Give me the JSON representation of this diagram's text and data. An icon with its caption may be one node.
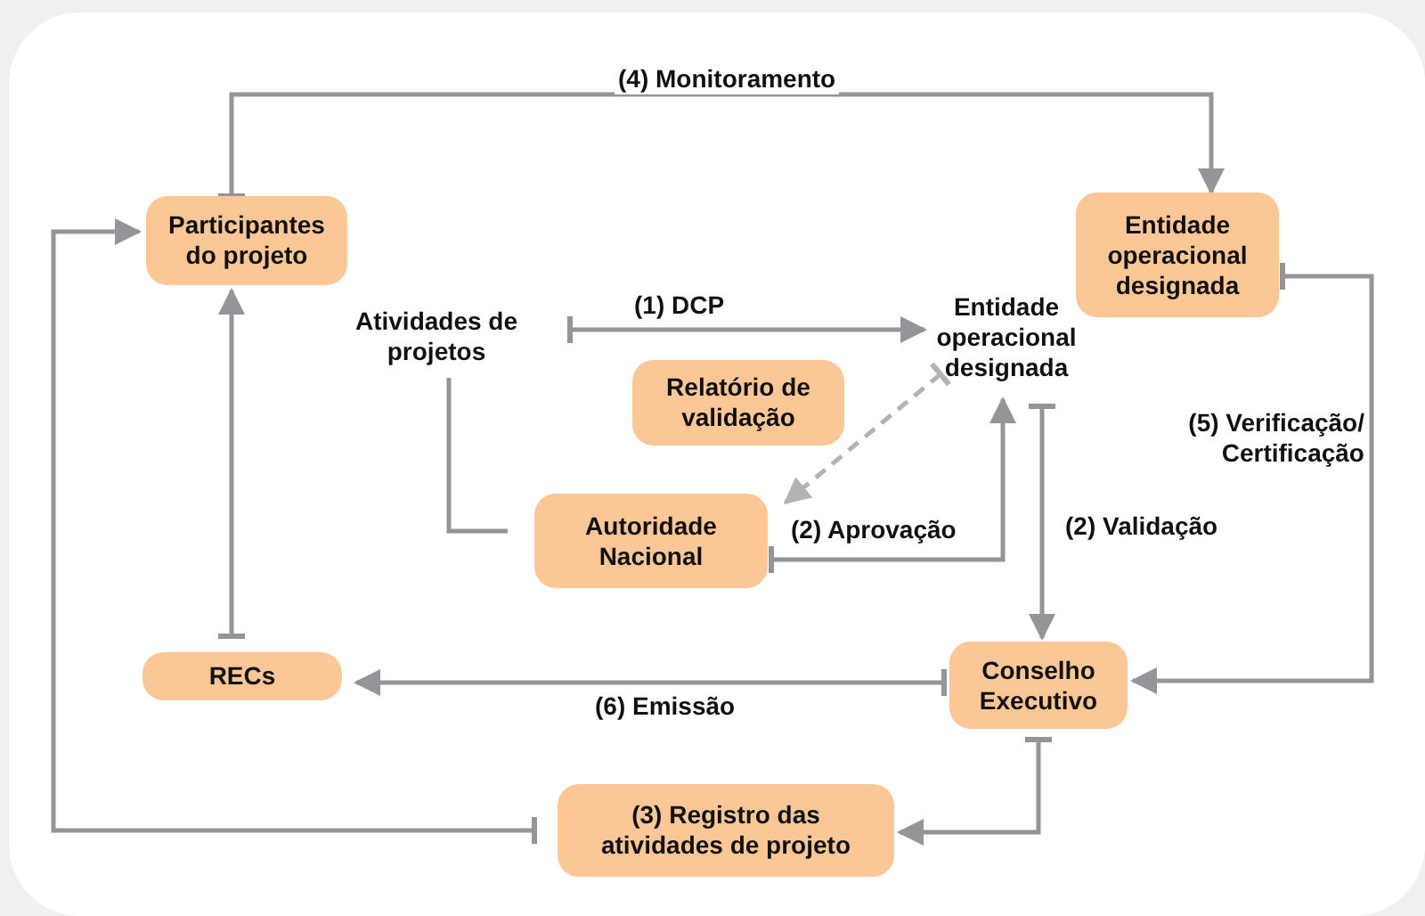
{
  "diagram": {
    "nodes": [
      {
        "text": [
          "Participantes do projeto"
        ]
      },
      {
        "text": [
          "Entidade operacional designada"
        ]
      },
      {
        "text": [
          "Atividades de projetos"
        ]
      },
      {
        "text": [
          "Relatório de validação"
        ]
      },
      {
        "text": [
          "Entidade operacional designada"
        ]
      },
      {
        "text": [
          "Autoridade Nacional"
        ]
      },
      {
        "text": [
          "RECs"
        ]
      },
      {
        "text": [
          "Conselho Executivo"
        ]
      },
      {
        "text": [
          "(3) Registro das atividades de projeto"
        ]
      }
    ],
    "edges": [
      {
        "from": 0,
        "to": 1,
        "arrow": "to",
        "label": "(4) Monitoramento"
      },
      {
        "from": 2,
        "to": 4,
        "arrow": "to",
        "label": "(1) DCP"
      },
      {
        "from": 2,
        "to": 5,
        "arrow": "none"
      },
      {
        "from": 5,
        "to": 4,
        "arrow": "to",
        "label": "(2) Aprovação"
      },
      {
        "from": 4,
        "to": 5,
        "arrow": "to",
        "style": "dashed",
        "color": "#b3b3b3"
      },
      {
        "from": 4,
        "to": 7,
        "arrow": "to",
        "label": "(2) Validação"
      },
      {
        "from": 1,
        "to": 7,
        "arrow": "to",
        "label": "(5) Verificação/ Certificação"
      },
      {
        "from": 7,
        "to": 6,
        "arrow": "to",
        "label": "(6) Emissão"
      },
      {
        "from": 6,
        "to": 0,
        "arrow": "to"
      },
      {
        "from": 7,
        "to": 8,
        "arrow": "to"
      },
      {
        "from": 8,
        "to": 0,
        "arrow": "to"
      }
    ]
  }
}
